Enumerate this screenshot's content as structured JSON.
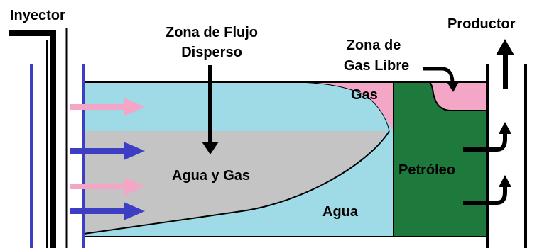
{
  "labels": {
    "injector": "Inyector",
    "producer": "Productor",
    "dispersed_zone_line1": "Zona de Flujo",
    "dispersed_zone_line2": "Disperso",
    "free_gas_line1": "Zona de",
    "free_gas_line2": "Gas Libre",
    "gas": "Gas",
    "water_and_gas": "Agua y Gas",
    "water": "Agua",
    "oil": "Petróleo"
  },
  "colors": {
    "water": "#9edbe6",
    "water_gas": "#c4c4c4",
    "gas": "#f4a6c6",
    "oil": "#1d7a3c",
    "gas_arrow": "#f4a6c6",
    "water_arrow": "#3e3ec4",
    "injector_line": "#3e3ec4",
    "outline": "#000000"
  },
  "icons": {
    "injection_arrows": [
      "gas-injection-arrow-icon",
      "water-injection-arrow-icon",
      "gas-injection-arrow-icon",
      "water-injection-arrow-icon"
    ],
    "production_arrows": [
      "production-up-arrow-icon",
      "oil-flow-curved-arrow-icon",
      "oil-flow-curved-arrow-icon"
    ]
  }
}
